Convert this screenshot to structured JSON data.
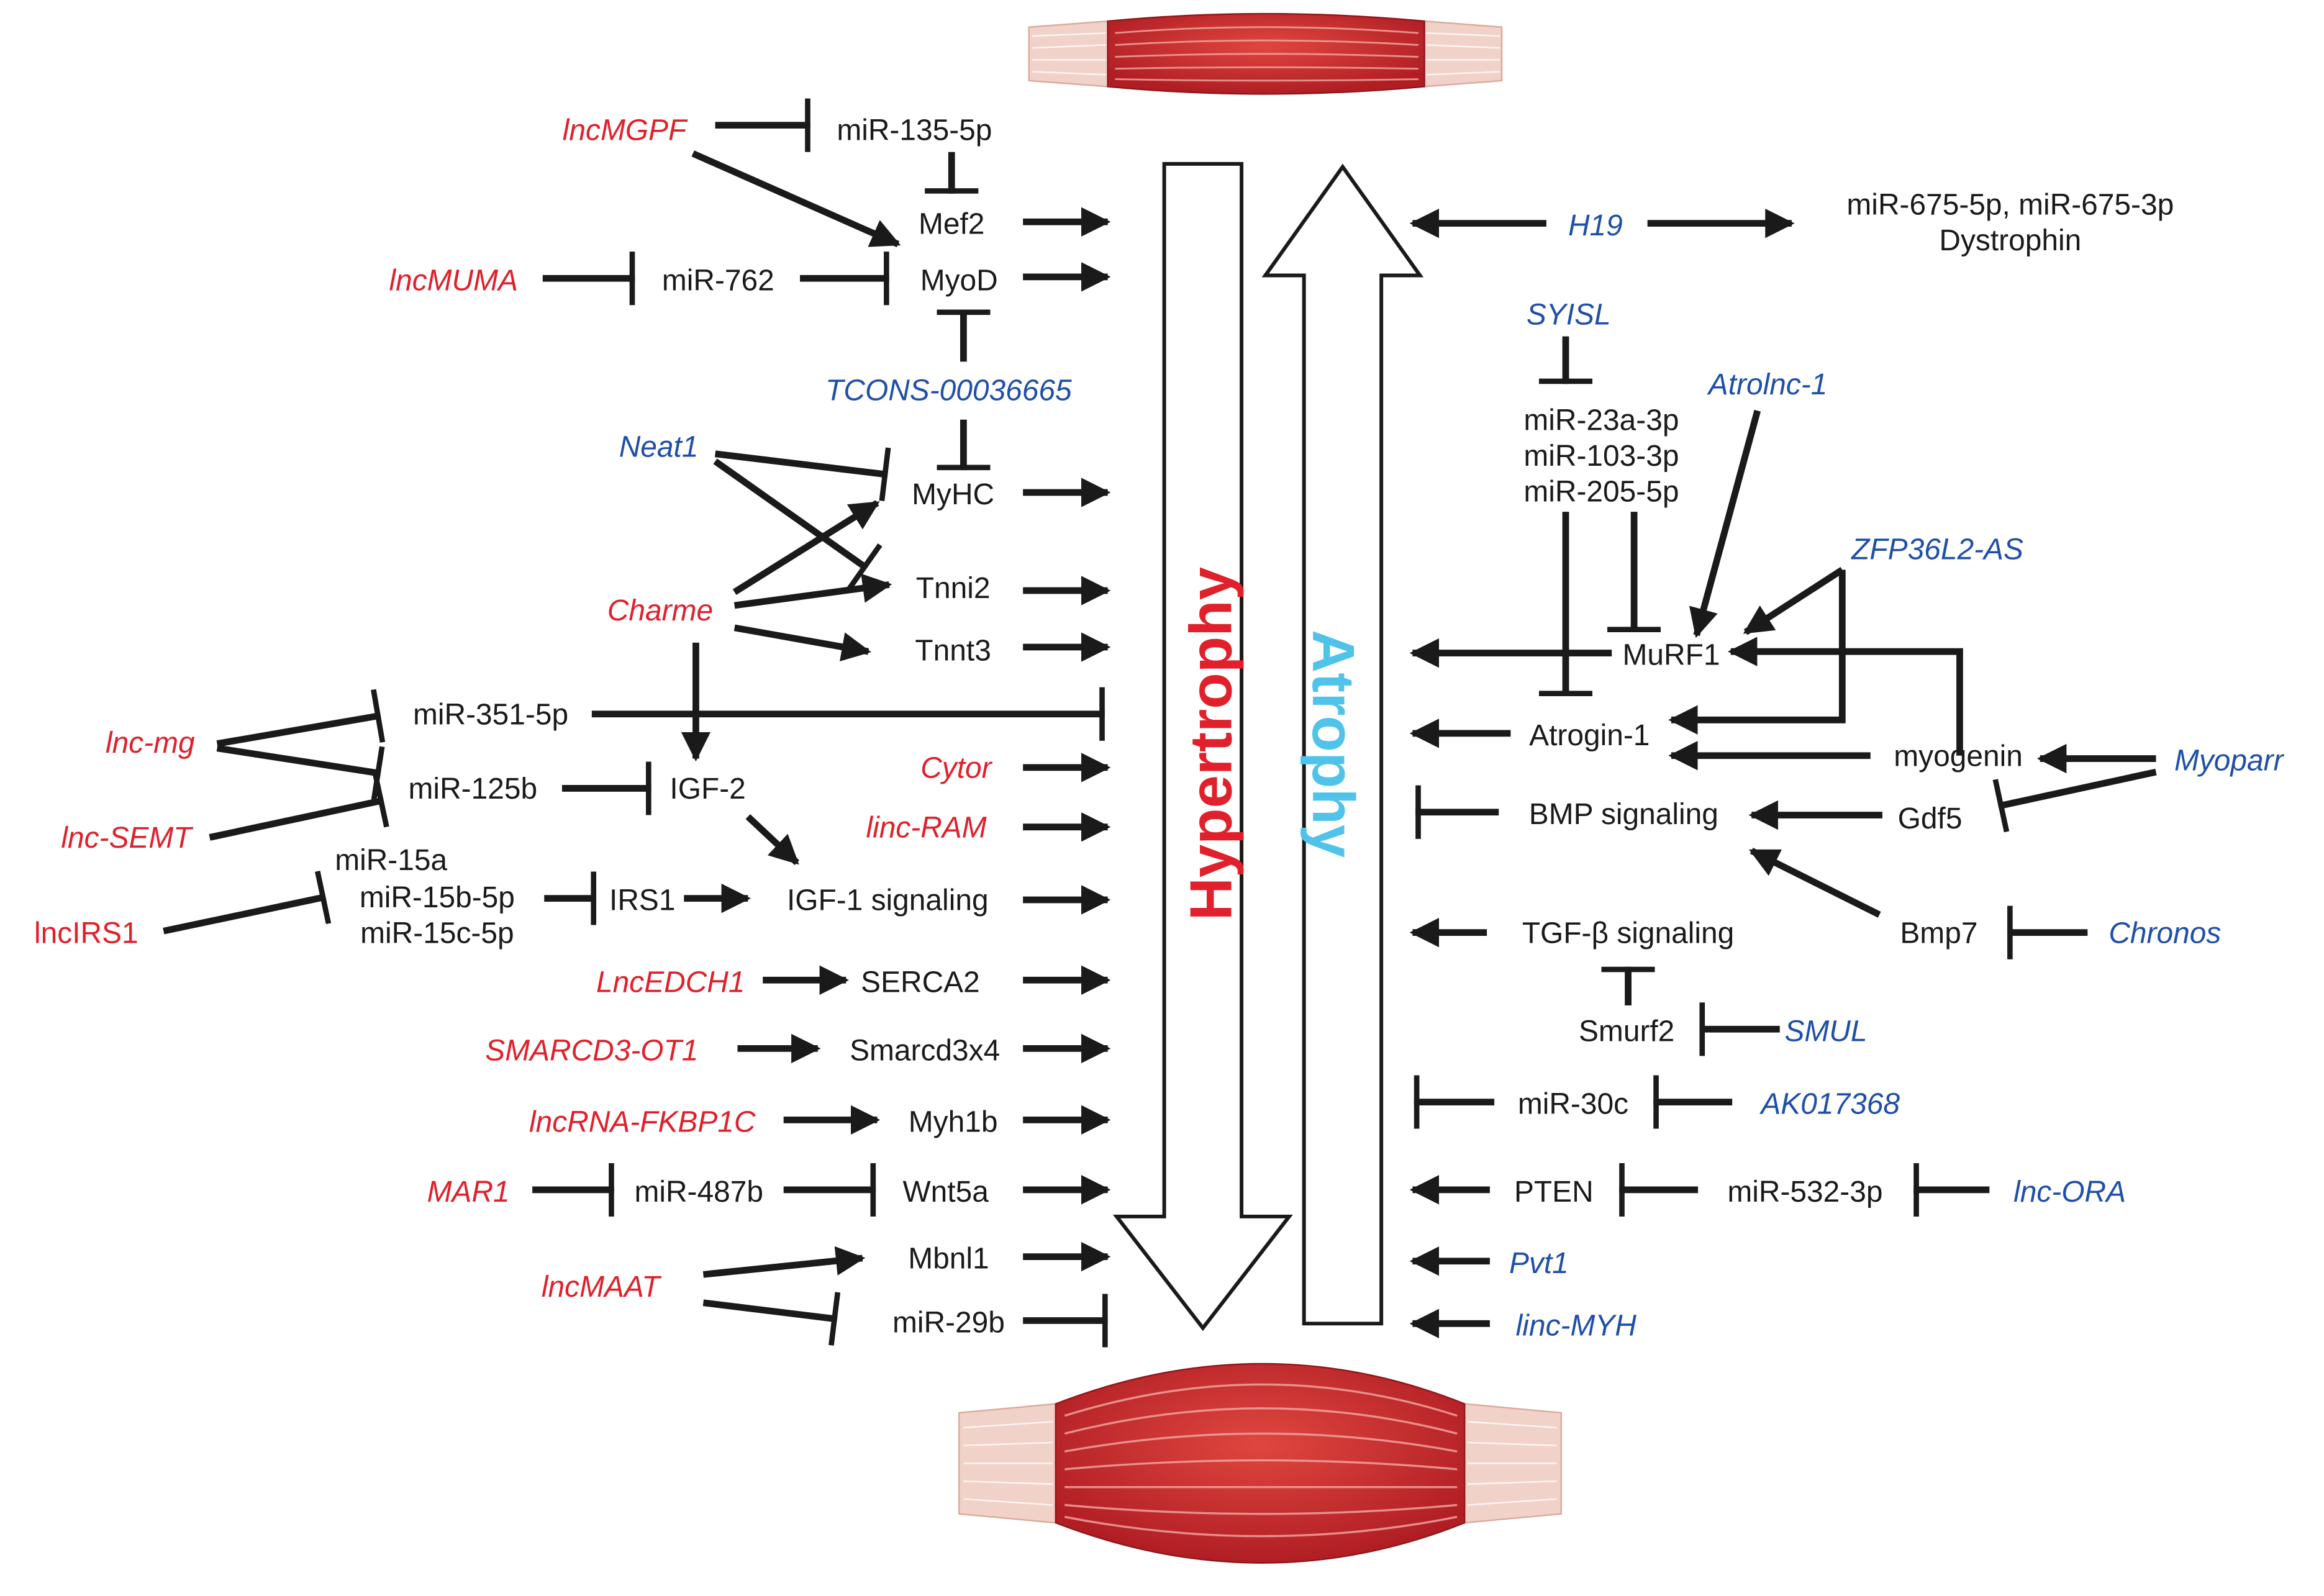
{
  "colors": {
    "upregulated_lnc": "#e0202a",
    "downregulated_lnc": "#1f4fa8",
    "hypertrophy": "#e0202a",
    "atrophy": "#4fc3ea",
    "muscle": "#c8262c",
    "tendon": "#f1d2c8"
  },
  "center": {
    "hypertrophy": "Hypertrophy",
    "atrophy": "Atrophy"
  },
  "icons": {
    "top": "thin-muscle-icon",
    "bottom": "thick-muscle-icon"
  },
  "left": {
    "lncMGPF": "lncMGPF",
    "mir135": "miR-135-5p",
    "mef2": "Mef2",
    "lncMUMA": "lncMUMA",
    "mir762": "miR-762",
    "myod": "MyoD",
    "tcons": "TCONS-00036665",
    "neat1": "Neat1",
    "myhc": "MyHC",
    "tnni2": "Tnni2",
    "charme": "Charme",
    "tnnt3": "Tnnt3",
    "lncmg": "lnc-mg",
    "mir351": "miR-351-5p",
    "mir125b": "miR-125b",
    "igf2": "IGF-2",
    "cytor": "Cytor",
    "lncsemt": "lnc-SEMT",
    "lincram": "linc-RAM",
    "mir15a": "miR-15a",
    "mir15b": "miR-15b-5p",
    "mir15c": "miR-15c-5p",
    "lncirs1": "lncIRS1",
    "irs1": "IRS1",
    "igf1": "IGF-1 signaling",
    "lncedch1": "LncEDCH1",
    "serca2": "SERCA2",
    "smarcd3ot1": "SMARCD3-OT1",
    "smarcd3x4": "Smarcd3x4",
    "fkbp1c": "lncRNA-FKBP1C",
    "myh1b": "Myh1b",
    "mar1": "MAR1",
    "mir487b": "miR-487b",
    "wnt5a": "Wnt5a",
    "lncmaat": "lncMAAT",
    "mbnl1": "Mbnl1",
    "mir29b": "miR-29b"
  },
  "right": {
    "h19": "H19",
    "mir675": "miR-675-5p, miR-675-3p",
    "dystrophin": "Dystrophin",
    "syisl": "SYISL",
    "mir23a": "miR-23a-3p",
    "mir103": "miR-103-3p",
    "mir205": "miR-205-5p",
    "atrolnc1": "Atrolnc-1",
    "zfp36": "ZFP36L2-AS",
    "murf1": "MuRF1",
    "atrogin1": "Atrogin-1",
    "myogenin": "myogenin",
    "myoparr": "Myoparr",
    "bmp": "BMP signaling",
    "gdf5": "Gdf5",
    "bmp7": "Bmp7",
    "chronos": "Chronos",
    "tgfb": "TGF-β signaling",
    "smurf2": "Smurf2",
    "smul": "SMUL",
    "mir30c": "miR-30c",
    "ak017368": "AK017368",
    "pten": "PTEN",
    "mir532": "miR-532-3p",
    "lncora": "lnc-ORA",
    "pvt1": "Pvt1",
    "lincmyh": "linc-MYH"
  }
}
